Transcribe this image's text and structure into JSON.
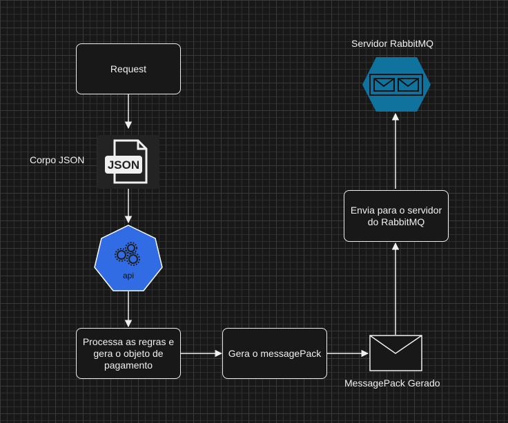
{
  "nodes": {
    "request": "Request",
    "json_label": "Corpo JSON",
    "json_icon_text": "JSON",
    "api_text": "api",
    "processa_line1": "Processa as regras e",
    "processa_line2": "gera o objeto de",
    "processa_line3": "pagamento",
    "gera": "Gera o messagePack",
    "messagepack_label": "MessagePack Gerado",
    "envia_line1": "Envia para o servidor",
    "envia_line2": "do RabbitMQ",
    "rabbit_label": "Servidor RabbitMQ"
  },
  "colors": {
    "background": "#181818",
    "stroke": "#f0f0f0",
    "kubernetes_blue": "#326ce5",
    "rabbit_blue": "#10739e"
  },
  "icons": [
    "json-file-icon",
    "kubernetes-api-icon",
    "envelope-icon",
    "rabbitmq-queue-icon"
  ]
}
